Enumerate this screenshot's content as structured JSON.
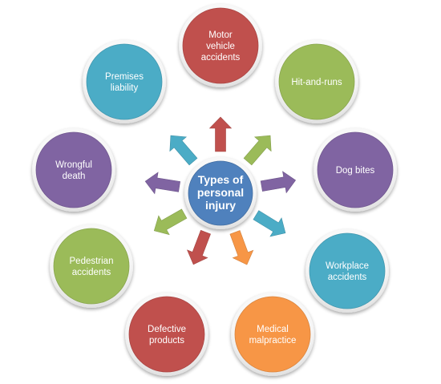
{
  "center": {
    "lines": [
      "Types of",
      "personal",
      "injury"
    ],
    "color": "#4f81bd"
  },
  "nodes": [
    {
      "key": "motor-vehicle-accidents",
      "lines": [
        "Motor",
        "vehicle",
        "accidents"
      ],
      "color": "#c0504d"
    },
    {
      "key": "hit-and-runs",
      "lines": [
        "Hit-and-runs"
      ],
      "color": "#9bbb59"
    },
    {
      "key": "dog-bites",
      "lines": [
        "Dog bites"
      ],
      "color": "#8064a2"
    },
    {
      "key": "workplace-accidents",
      "lines": [
        "Workplace",
        "accidents"
      ],
      "color": "#4bacc6"
    },
    {
      "key": "medical-malpractice",
      "lines": [
        "Medical",
        "malpractice"
      ],
      "color": "#f79646"
    },
    {
      "key": "defective-products",
      "lines": [
        "Defective",
        "products"
      ],
      "color": "#c0504d"
    },
    {
      "key": "pedestrian-accidents",
      "lines": [
        "Pedestrian",
        "accidents"
      ],
      "color": "#9bbb59"
    },
    {
      "key": "wrongful-death",
      "lines": [
        "Wrongful",
        "death"
      ],
      "color": "#8064a2"
    },
    {
      "key": "premises-liability",
      "lines": [
        "Premises",
        "liability"
      ],
      "color": "#4bacc6"
    }
  ]
}
